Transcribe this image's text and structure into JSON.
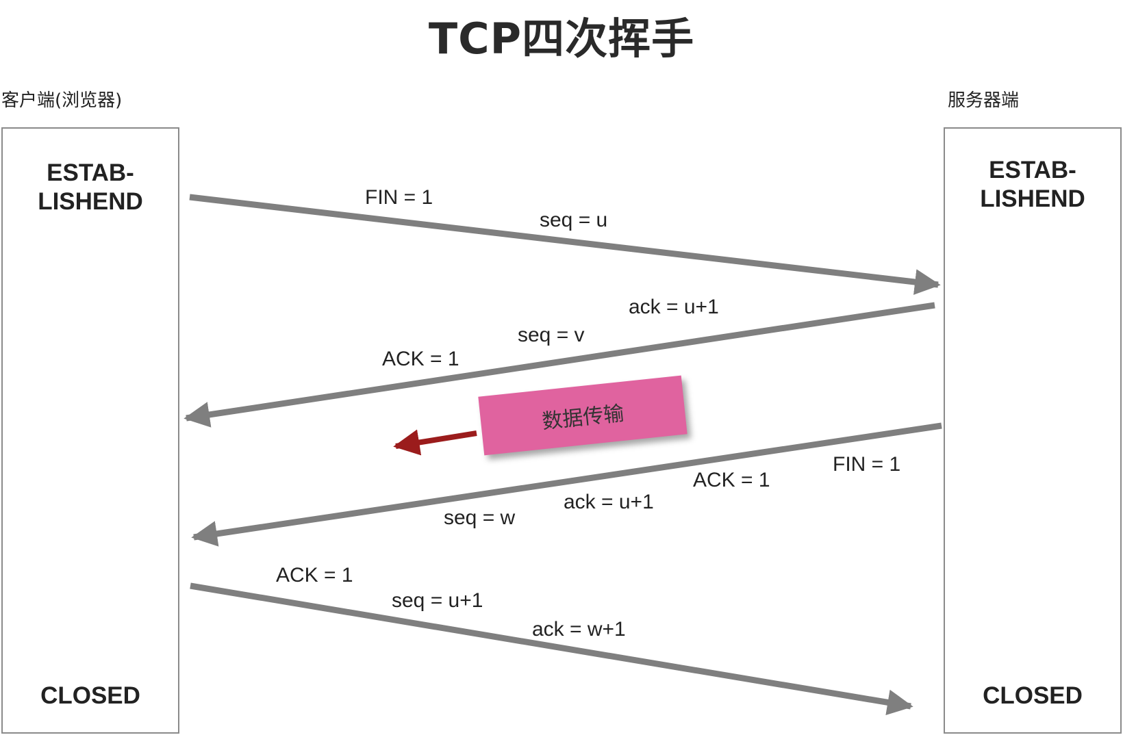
{
  "title": "TCP四次挥手",
  "client": {
    "label": "客户端(浏览器)",
    "state_top": [
      "ESTAB-",
      "LISHEND"
    ],
    "state_bottom": "CLOSED"
  },
  "server": {
    "label": "服务器端",
    "state_top": [
      "ESTAB-",
      "LISHEND"
    ],
    "state_bottom": "CLOSED"
  },
  "messages": {
    "m1": {
      "fin": "FIN = 1",
      "seq": "seq = u"
    },
    "m2": {
      "ack_num": "ack = u+1",
      "seq": "seq = v",
      "ack_flag": "ACK = 1"
    },
    "m3": {
      "fin": "FIN = 1",
      "ack_flag": "ACK = 1",
      "ack_num": "ack = u+1",
      "seq": "seq = w"
    },
    "m4": {
      "ack_flag": "ACK = 1",
      "seq": "seq = u+1",
      "ack_num": "ack = w+1"
    }
  },
  "data_transfer": "数据传输",
  "colors": {
    "arrow": "#7f7f7f",
    "data_arrow": "#9b1c1c",
    "data_box": "#e0639f",
    "box_border": "#8a8a8a"
  }
}
